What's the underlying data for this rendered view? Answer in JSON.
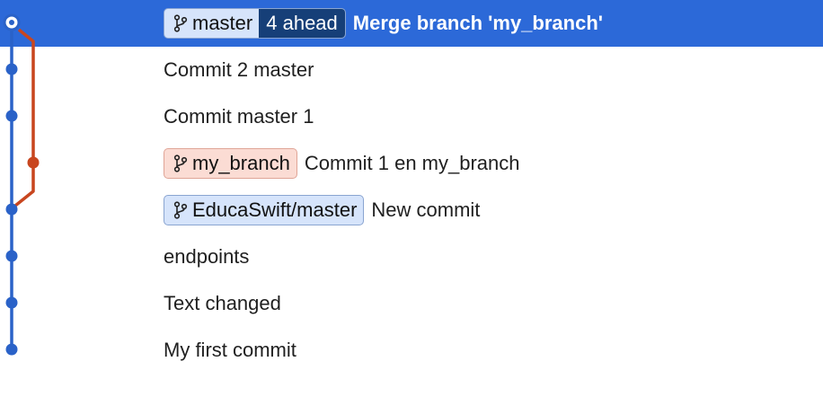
{
  "commits": [
    {
      "message": "Merge branch 'my_branch'",
      "badge": "master",
      "ahead": "4 ahead"
    },
    {
      "message": "Commit 2 master"
    },
    {
      "message": "Commit master 1"
    },
    {
      "message": "Commit 1 en my_branch",
      "badge": "my_branch"
    },
    {
      "message": "New commit",
      "badge": "EducaSwift/master"
    },
    {
      "message": "endpoints"
    },
    {
      "message": "Text changed"
    },
    {
      "message": "My first commit"
    }
  ],
  "icons": {
    "branch": "git-branch-icon"
  },
  "colors": {
    "main_line": "#2a62c8",
    "branch_line": "#c8461f",
    "selected_row": "#2c69d8",
    "ahead_badge": "#163f78"
  }
}
